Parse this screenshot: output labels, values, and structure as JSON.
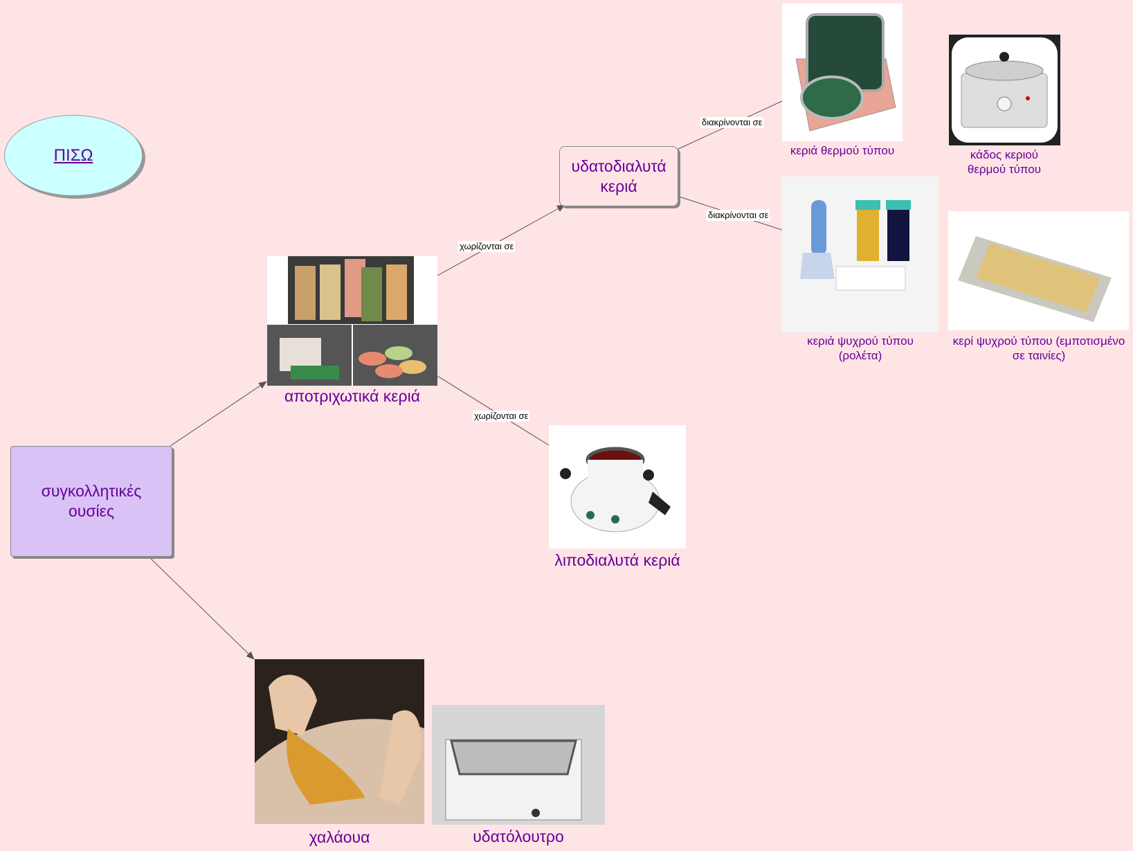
{
  "nodes": {
    "back": "ΠΙΣΩ",
    "adhesives": "συγκολλητικές ουσίες",
    "depilatory_waxes": "αποτριχωτικά κεριά",
    "water_soluble": "υδατοδιαλυτά κεριά",
    "fat_soluble": "λιποδιαλυτά κεριά",
    "hot_wax": "κεριά θερμού τύπου",
    "hot_wax_pot": "κάδος κεριού θερμού τύπου",
    "cold_wax_roller": "κεριά ψυχρού τύπου (ρολέτα)",
    "cold_wax_strips": "κερί ψυχρού τύπου (εμποτισμένο σε ταινίες)",
    "halawa": "χαλάουα",
    "water_bath": "υδατόλουτρο"
  },
  "links": {
    "separated_1": "χωρίζονται σε",
    "separated_2": "χωρίζονται σε",
    "distinguished_1": "διακρίνονται σε",
    "distinguished_2": "διακρίνονται σε"
  },
  "colors": {
    "background": "#ffe4e6",
    "node_text": "#660099",
    "back_ellipse": "#ccffff",
    "main_box": "#d9c2f5"
  }
}
